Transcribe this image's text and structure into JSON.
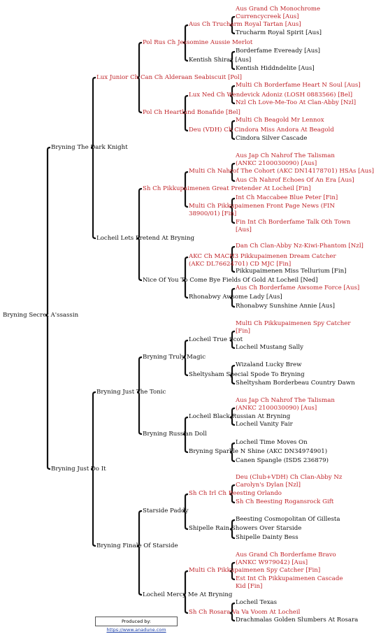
{
  "root": {
    "name": "Bryning Secret A'ssassin",
    "red": false
  },
  "gen1": [
    {
      "name": "Bryning The Dark Knight",
      "red": false
    },
    {
      "name": "Bryning Just Do It",
      "red": false
    }
  ],
  "gen2": [
    {
      "name": "Lux Junior Ch Can Ch Alderaan Seabiscuit [Pol]",
      "red": true
    },
    {
      "name": "Locheil Lets Pretend At Bryning",
      "red": false
    },
    {
      "name": "Bryning Just The Tonic",
      "red": false
    },
    {
      "name": "Bryning Finale Of Starside",
      "red": false
    }
  ],
  "gen3": [
    {
      "name": "Pol Rus Ch Jessomine Aussie Merlot",
      "red": true
    },
    {
      "name": "Pol Ch Heartland Bonafide [Bel]",
      "red": true
    },
    {
      "name": "Sh Ch Pikkupaimenen Great Pretender At Locheil [Fin]",
      "red": true
    },
    {
      "name": "Nice Of You To Come Bye Fields Of Gold At Locheil [Ned]",
      "red": false
    },
    {
      "name": "Bryning Truly Magic",
      "red": false
    },
    {
      "name": "Bryning Russian Doll",
      "red": false
    },
    {
      "name": "Starside Paddy",
      "red": false
    },
    {
      "name": "Locheil Mercy Me At Bryning",
      "red": false
    }
  ],
  "gen4": [
    {
      "name": "Aus Ch Trucharm Royal Tartan [Aus]",
      "red": true
    },
    {
      "name": "Kentish Shiraz [Aus]",
      "red": false
    },
    {
      "name": "Lux Ned Ch Wendevick Adoniz (LOSH 0883566) [Bel]",
      "red": true
    },
    {
      "name": "Deu (VDH) Ch Cindora Miss Andora At Beagold",
      "red": true
    },
    {
      "name": "Multi Ch Nahrof The Cohort (AKC DN14178701) HSAs [Aus]",
      "red": true
    },
    {
      "name": "Multi Ch Pikkupaimenen Front Page News (FIN 38900/01) [Fin]",
      "red": true
    },
    {
      "name": "AKC Ch MACH3 Pikkupaimenen Dream Catcher (AKC DL76624701) CD MJC [Fin]",
      "red": true
    },
    {
      "name": "Rhonabwy Awsome Lady [Aus]",
      "red": false
    },
    {
      "name": "Locheil True Scot",
      "red": false
    },
    {
      "name": "Sheltysham Special Spode To Bryning",
      "red": false
    },
    {
      "name": "Locheil Black Russian At Bryning",
      "red": false
    },
    {
      "name": "Bryning Sparkle N Shine (AKC DN34974901)",
      "red": false
    },
    {
      "name": "Sh Ch Irl Ch Beesting Orlando",
      "red": true
    },
    {
      "name": "Shipelle Rain Showers Over Starside",
      "red": false
    },
    {
      "name": "Multi Ch Pikkupaimenen Spy Catcher [Fin]",
      "red": true
    },
    {
      "name": "Sh Ch Rosara Va Va Voom At Locheil",
      "red": true
    }
  ],
  "gen5": [
    {
      "name": "Aus Grand Ch Monochrome Currencycreek [Aus]",
      "red": true
    },
    {
      "name": "Trucharm Royal Spirit [Aus]",
      "red": false
    },
    {
      "name": "Borderfame Eveready [Aus]",
      "red": false
    },
    {
      "name": "Kentish Hiddndelite [Aus]",
      "red": false
    },
    {
      "name": "Multi Ch Borderfame Heart N Soul [Aus]",
      "red": true
    },
    {
      "name": "Nzl Ch Love-Me-Too At Clan-Abby [Nzl]",
      "red": true
    },
    {
      "name": "Multi Ch Beagold Mr Lennox",
      "red": true
    },
    {
      "name": "Cindora Silver Cascade",
      "red": false
    },
    {
      "name": "Aus Jap Ch Nahrof The Talisman (ANKC 2100030090) [Aus]",
      "red": true
    },
    {
      "name": "Aus Ch Nahrof Echoes Of An Era [Aus]",
      "red": true
    },
    {
      "name": "Int Ch Maccabee Blue Peter [Fin]",
      "red": true
    },
    {
      "name": "Fin Int Ch Borderfame Talk Oth Town [Aus]",
      "red": true
    },
    {
      "name": "Dan Ch Clan-Abby Nz-Kiwi-Phantom [Nzl]",
      "red": true
    },
    {
      "name": "Pikkupaimenen Miss Tellurium [Fin]",
      "red": false
    },
    {
      "name": "Aus Ch Borderfame Awsome Force [Aus]",
      "red": true
    },
    {
      "name": "Rhonabwy Sunshine Annie [Aus]",
      "red": false
    },
    {
      "name": "Multi Ch Pikkupaimenen Spy Catcher [Fin]",
      "red": true
    },
    {
      "name": "Locheil Mustang Sally",
      "red": false
    },
    {
      "name": "Wizaland Lucky Brew",
      "red": false
    },
    {
      "name": "Sheltysham Borderbeau Country Dawn",
      "red": false
    },
    {
      "name": "Aus Jap Ch Nahrof The Talisman (ANKC 2100030090) [Aus]",
      "red": true
    },
    {
      "name": "Locheil Vanity Fair",
      "red": false
    },
    {
      "name": "Locheil Time Moves On",
      "red": false
    },
    {
      "name": "Canen Spangle (ISDS 236879)",
      "red": false
    },
    {
      "name": "Deu (Club+VDH) Ch Clan-Abby Nz Carolyn's Dylan [Nzl]",
      "red": true
    },
    {
      "name": "Sh Ch Beesting Rogansrock Gift",
      "red": true
    },
    {
      "name": "Beesting Cosmopolitan Of Gillesta",
      "red": false
    },
    {
      "name": "Shipelle Dainty Bess",
      "red": false
    },
    {
      "name": "Aus Grand Ch Borderfame Bravo (ANKC W979042) [Aus]",
      "red": true
    },
    {
      "name": "Est Int Ch Pikkupaimenen Cascade Kid [Fin]",
      "red": true
    },
    {
      "name": "Locheil Texas",
      "red": false
    },
    {
      "name": "Drachmalas Golden Slumbers At Rosara",
      "red": false
    }
  ],
  "footer": {
    "produced_by": "Produced by:",
    "link": "https://www.anadune.com"
  }
}
